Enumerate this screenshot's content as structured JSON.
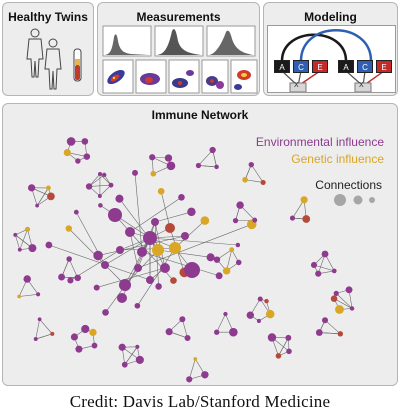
{
  "panels": {
    "twins_title": "Healthy Twins",
    "measurements_title": "Measurements",
    "modeling_title": "Modeling",
    "network_title": "Immune Network"
  },
  "modeling": {
    "blocks": [
      "A",
      "C",
      "E",
      "A",
      "C",
      "E"
    ],
    "x_labels": [
      "X",
      "X"
    ]
  },
  "legend": {
    "environmental": "Environmental influence",
    "genetic": "Genetic influence",
    "connections": "Connections"
  },
  "colors": {
    "environmental": "#8e3a8f",
    "genetic": "#d9a625",
    "node_red": "#b54a3a",
    "ace_black": "#1a1a1a",
    "ace_blue": "#2f5fb3",
    "ace_red": "#c42a2a"
  },
  "credit": "Credit: Davis Lab/Stanford Medicine"
}
